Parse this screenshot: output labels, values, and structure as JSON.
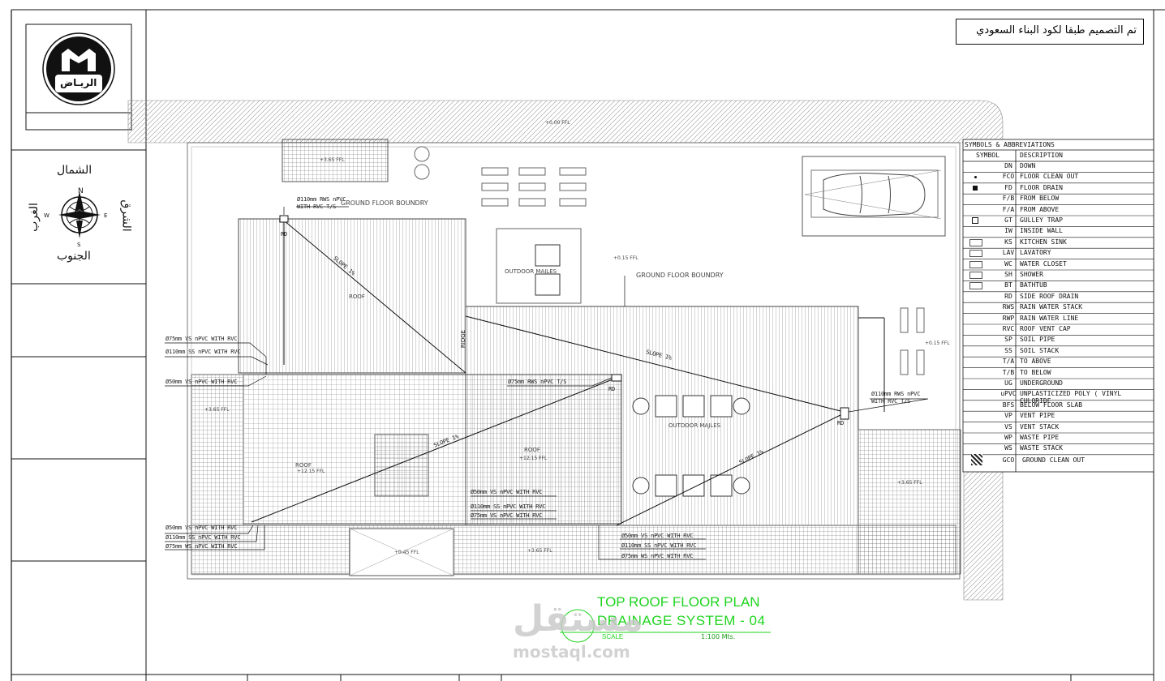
{
  "header": {
    "code_note": "تم التصميم طبقا لكود البناء السعودي",
    "logo_text": "الريـاض"
  },
  "compass": {
    "north": "الشمال",
    "south": "الجنوب",
    "east": "الشرق",
    "west": "الغرب",
    "w_letter": "W",
    "e_letter": "E",
    "s_letter": "S"
  },
  "legend": {
    "title": "SYMBOLS & ABBREVIATIONS",
    "col_symbol": "SYMBOL",
    "col_desc": "DESCRIPTION",
    "rows": [
      {
        "abbr": "DN",
        "desc": "DOWN",
        "sym": ""
      },
      {
        "abbr": "FCO",
        "desc": "FLOOR CLEAN OUT",
        "sym": "dot"
      },
      {
        "abbr": "FD",
        "desc": "FLOOR DRAIN",
        "sym": "square"
      },
      {
        "abbr": "F/B",
        "desc": "FROM BELOW",
        "sym": ""
      },
      {
        "abbr": "F/A",
        "desc": "FROM ABOVE",
        "sym": ""
      },
      {
        "abbr": "GT",
        "desc": "GULLEY TRAP",
        "sym": "boxed"
      },
      {
        "abbr": "IW",
        "desc": "INSIDE WALL",
        "sym": ""
      },
      {
        "abbr": "KS",
        "desc": "KITCHEN SINK",
        "sym": "sink"
      },
      {
        "abbr": "LAV",
        "desc": "LAVATORY",
        "sym": "lav"
      },
      {
        "abbr": "WC",
        "desc": "WATER CLOSET",
        "sym": "wc"
      },
      {
        "abbr": "SH",
        "desc": "SHOWER",
        "sym": "sh"
      },
      {
        "abbr": "BT",
        "desc": "BATHTUB",
        "sym": "bt"
      },
      {
        "abbr": "RD",
        "desc": "SIDE ROOF DRAIN",
        "sym": ""
      },
      {
        "abbr": "RWS",
        "desc": "RAIN WATER STACK",
        "sym": ""
      },
      {
        "abbr": "RWP",
        "desc": "RAIN WATER LINE",
        "sym": ""
      },
      {
        "abbr": "RVC",
        "desc": "ROOF VENT CAP",
        "sym": ""
      },
      {
        "abbr": "SP",
        "desc": "SOIL PIPE",
        "sym": ""
      },
      {
        "abbr": "SS",
        "desc": "SOIL STACK",
        "sym": ""
      },
      {
        "abbr": "T/A",
        "desc": "TO ABOVE",
        "sym": ""
      },
      {
        "abbr": "T/B",
        "desc": "TO BELOW",
        "sym": ""
      },
      {
        "abbr": "UG",
        "desc": "UNDERGROUND",
        "sym": ""
      },
      {
        "abbr": "uPVC",
        "desc": "UNPLASTICIZED POLY ( VINYL CHLORIDE",
        "sym": ""
      },
      {
        "abbr": "BFS",
        "desc": "BELOW FLOOR SLAB",
        "sym": ""
      },
      {
        "abbr": "VP",
        "desc": "VENT PIPE",
        "sym": ""
      },
      {
        "abbr": "VS",
        "desc": "VENT STACK",
        "sym": ""
      },
      {
        "abbr": "WP",
        "desc": "WASTE PIPE",
        "sym": ""
      },
      {
        "abbr": "WS",
        "desc": "WASTE STACK",
        "sym": ""
      }
    ],
    "last_row": {
      "abbr": "GCO",
      "desc": "GROUND CLEAN OUT"
    }
  },
  "plan": {
    "labels": {
      "ground_boundary_top": "GROUND FLOOR BOUNDRY",
      "ground_boundary_mid": "GROUND FLOOR BOUNDRY",
      "outdoor_majles_1": "OUTDOOR MAJLES",
      "outdoor_majles_2": "OUTDOOR MAJLES",
      "roof_1": "ROOF",
      "roof_2": "ROOF",
      "roof_3": "ROOF",
      "ridge": "RIDGE",
      "ffl_top": "+0.00 FFL",
      "ffl_1": "+3.65 FFL",
      "ffl_2": "+0.15 FFL",
      "ffl_3": "+0.15 FFL",
      "ffl_4": "+3.65 FFL",
      "ffl_5": "+0.45 FFL",
      "ffl_6": "+3.65 FFL",
      "ffl_7": "+3.65 FFL",
      "cfl_1": "+12.15 FFL",
      "cfl_2": "+12.15 FFL"
    },
    "pipe_notes": {
      "n1a": "Ø110mm RWS nPVC",
      "n1b": "WITH RVC T/S",
      "n2": "Ø75mm VS nPVC WITH RVC",
      "n3": "Ø110mm SS nPVC WITH RVC",
      "n4": "Ø50mm VS nPVC WITH RVC",
      "n5": "Ø75mm RWS nPVC T/S",
      "n6a": "Ø110mm RWS nPVC",
      "n6b": "WITH RVC T/S",
      "n7": "Ø50mm VS nPVC WITH RVC",
      "n8": "Ø110mm SS nPVC WITH RVC",
      "n9": "Ø75mm VS nPVC WITH RVC",
      "n10": "Ø50mm VS nPVC WITH RVC",
      "n11": "Ø110mm SS nPVC WITH RVC",
      "n12": "Ø75mm WS nPVC WITH RVC",
      "n13": "Ø50mm VS nPVC WITH RVC",
      "n14": "Ø110mm SS nPVC WITH RVC",
      "n15": "Ø75mm WS nPVC WITH RVC",
      "rd1": "RD",
      "rd2": "RD",
      "rd3": "RD",
      "slope1": "SLOPE 1%",
      "slope2": "SLOPE 1%",
      "slope3": "SLOPE 1%",
      "slope4": "SLOPE 1%"
    }
  },
  "drawing_title": {
    "line1": "TOP ROOF FLOOR PLAN",
    "line2": "DRAINAGE  SYSTEM - 04",
    "scale_label": "SCALE",
    "scale_value": "1:100  Mts."
  },
  "watermark": {
    "brand_ar": "مستقل",
    "brand_en": "mostaql.com"
  }
}
